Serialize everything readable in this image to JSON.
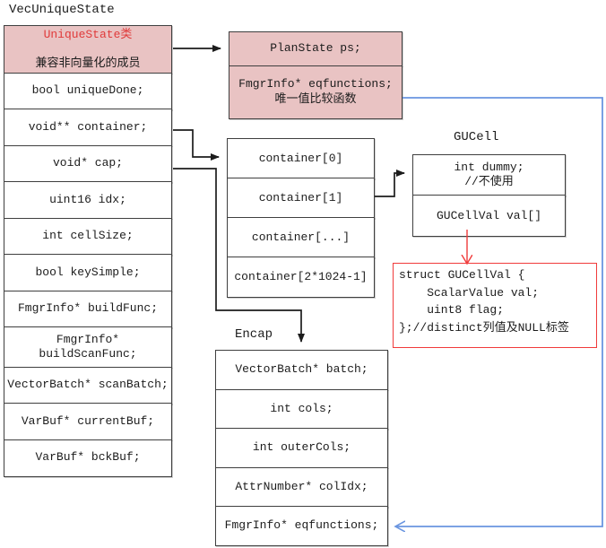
{
  "title": "VecUniqueState",
  "colors": {
    "pink_fill": "#e9c3c3",
    "red_text": "#e03a3a",
    "red_border": "#f03b3b",
    "blue_line": "#6a95e0",
    "black_line": "#222222"
  },
  "vec_unique_state": {
    "header_line1": "UniqueState类",
    "header_line2": "兼容非向量化的成员",
    "fields": [
      "bool uniqueDone;",
      "void** container;",
      "void* cap;",
      "uint16 idx;",
      "int cellSize;",
      "bool keySimple;",
      "FmgrInfo* buildFunc;",
      "FmgrInfo*\nbuildScanFunc;",
      "VectorBatch* scanBatch;",
      "VarBuf* currentBuf;",
      "VarBuf* bckBuf;"
    ]
  },
  "plan_state": {
    "row1": "PlanState ps;",
    "row2": "FmgrInfo* eqfunctions;\n唯一值比较函数"
  },
  "container": {
    "cells": [
      "container[0]",
      "container[1]",
      "container[...]",
      "container[2*1024-1]"
    ]
  },
  "gucell": {
    "label": "GUCell",
    "row1": "int dummy;\n//不使用",
    "row2": "GUCellVal val[]"
  },
  "gucellval_struct": {
    "code": "struct GUCellVal {\n    ScalarValue val;\n    uint8 flag;\n};//distinct列值及NULL标签"
  },
  "encap": {
    "label": "Encap",
    "fields": [
      "VectorBatch* batch;",
      "int cols;",
      "int outerCols;",
      "AttrNumber* colIdx;",
      "FmgrInfo* eqfunctions;"
    ]
  }
}
